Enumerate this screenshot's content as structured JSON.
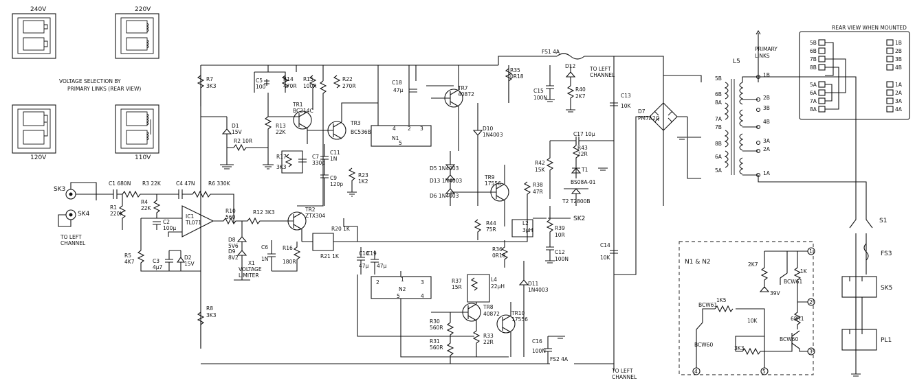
{
  "voltage_selection": {
    "caption_line1": "VOLTAGE SELECTION BY",
    "caption_line2": "PRIMARY LINKS (REAR VIEW)",
    "options": [
      "240V",
      "220V",
      "120V",
      "110V"
    ]
  },
  "rear_view": {
    "caption": "REAR VIEW WHEN MOUNTED",
    "left_pins": [
      "5B",
      "6B",
      "7B",
      "8B",
      "5A",
      "6A",
      "7A",
      "8A"
    ],
    "right_pins": [
      "1B",
      "2B",
      "3B",
      "4B",
      "1A",
      "2A",
      "3A",
      "4A"
    ]
  },
  "transformer": {
    "name": "L5",
    "primary_links_label_line1": "PRIMARY",
    "primary_links_label_line2": "LINKS",
    "primary_taps": [
      "1B",
      "2B",
      "3B",
      "4B",
      "3A",
      "2A",
      "1A"
    ],
    "secondary_taps": [
      "5B",
      "6B",
      "8A",
      "7A",
      "7B",
      "8B",
      "6A",
      "5A"
    ]
  },
  "connectors": {
    "sk3": "SK3",
    "sk4": "SK4",
    "sk2": "SK2",
    "sk5": "SK5",
    "pl1": "PL1",
    "s1": "S1"
  },
  "fuses": {
    "fs1": "FS1 4A",
    "fs2": "FS2 4A",
    "fs3": "FS3"
  },
  "notes": {
    "to_left_channel": "TO LEFT CHANNEL",
    "to_left": "TO LEFT",
    "channel": "CHANNEL",
    "voltage": "VOLTAGE",
    "limiter": "LIMITER"
  },
  "components": {
    "C1": "C1 680N",
    "R3": "R3 22K",
    "C4": "C4 47N",
    "R6": "R6 330K",
    "R1": [
      "R1",
      "220K"
    ],
    "R4": [
      "R4",
      "22K"
    ],
    "C2": [
      "C2",
      "100µ"
    ],
    "IC1": [
      "IC1",
      "TL071"
    ],
    "R5": [
      "R5",
      "4K7"
    ],
    "C3": [
      "C3",
      "4µ7"
    ],
    "D2": [
      "D2",
      "15V"
    ],
    "R10": [
      "R10",
      "560"
    ],
    "R12": "R12 3K3",
    "D8": [
      "D8",
      "5V6"
    ],
    "D9": [
      "D9",
      "8V2"
    ],
    "X1": "X1",
    "R7": [
      "R7",
      "3K3"
    ],
    "D1": [
      "D1",
      "15V"
    ],
    "R2": "R2 10R",
    "R8": [
      "R8",
      "3K3"
    ],
    "C5": [
      "C5",
      "100"
    ],
    "R14": [
      "R14",
      "470R"
    ],
    "R15": [
      "R15",
      "100R"
    ],
    "TR1": [
      "TR1",
      "BC214C"
    ],
    "R13": [
      "R13",
      "22K"
    ],
    "R17": [
      "R17",
      "3K3"
    ],
    "C7": [
      "C7",
      "330p"
    ],
    "TR3": [
      "TR3",
      "BC536B"
    ],
    "C11": [
      "C11",
      "1N"
    ],
    "C9": [
      "C9",
      "120p"
    ],
    "R22": [
      "R22",
      "270R"
    ],
    "R23": [
      "R23",
      "1K2"
    ],
    "C6": [
      "C6",
      "1N"
    ],
    "R16": [
      "R16",
      "180R"
    ],
    "TR2": [
      "TR2",
      "ZTX304"
    ],
    "R20": "R20 1K",
    "R21": "R21 1K",
    "C18": [
      "C18",
      "47µ"
    ],
    "N1": [
      "N1",
      "5"
    ],
    "N1_pins": [
      "4",
      "2",
      "3"
    ],
    "N2": [
      "N2",
      "5"
    ],
    "N2_pins": [
      "2",
      "1",
      "3",
      "4"
    ],
    "TR7": [
      "TR7",
      "40872"
    ],
    "R35": [
      "R35",
      "0R18"
    ],
    "D10": [
      "D10",
      "1N4003"
    ],
    "D5": "D5 1N4003",
    "D13": "D13 1N4003",
    "D6": "D6 1N4003",
    "TR9": [
      "TR9",
      "17556"
    ],
    "R38": [
      "R38",
      "47R"
    ],
    "R44": [
      "R44",
      "75R"
    ],
    "L2": [
      "L2",
      "3µH"
    ],
    "R36": [
      "R36",
      "0R18"
    ],
    "C10": [
      "C10",
      "47µ"
    ],
    "C19": [
      "C19",
      "47µ"
    ],
    "R37": [
      "R37",
      "15R"
    ],
    "L4": [
      "L4",
      "22µH"
    ],
    "TR8": [
      "TR8",
      "40872"
    ],
    "TR10": [
      "TR10",
      "17556"
    ],
    "R30": [
      "R30",
      "560R"
    ],
    "R31": [
      "R31",
      "560R"
    ],
    "R33": [
      "R33",
      "22R"
    ],
    "D11": [
      "D11",
      "1N4003"
    ],
    "C16": [
      "C16",
      "100N"
    ],
    "C15": [
      "C15",
      "100N"
    ],
    "D12": "D12",
    "R40": [
      "R40",
      "2K7"
    ],
    "C17": "C17 10µ",
    "R43": [
      "R43",
      "22R"
    ],
    "R42": [
      "R42",
      "15K"
    ],
    "T1": [
      "T1",
      "BS08A-01"
    ],
    "T2": "T2 T2800B",
    "R39": [
      "R39",
      "10R"
    ],
    "C12": [
      "C12",
      "100N"
    ],
    "C13": [
      "C13",
      "10K"
    ],
    "C14": [
      "C14",
      "10K"
    ],
    "D7": [
      "D7",
      "PM7A2Q"
    ]
  },
  "inset": {
    "title": "N1 & N2",
    "parts": [
      "2K7",
      "1K",
      "1K5",
      "39V",
      "10K",
      "68R1",
      "3K3"
    ],
    "transistors": [
      "BCW61",
      "BCW61",
      "BCW60",
      "BCW60"
    ],
    "pins": [
      "1",
      "2",
      "3",
      "4",
      "5"
    ]
  }
}
